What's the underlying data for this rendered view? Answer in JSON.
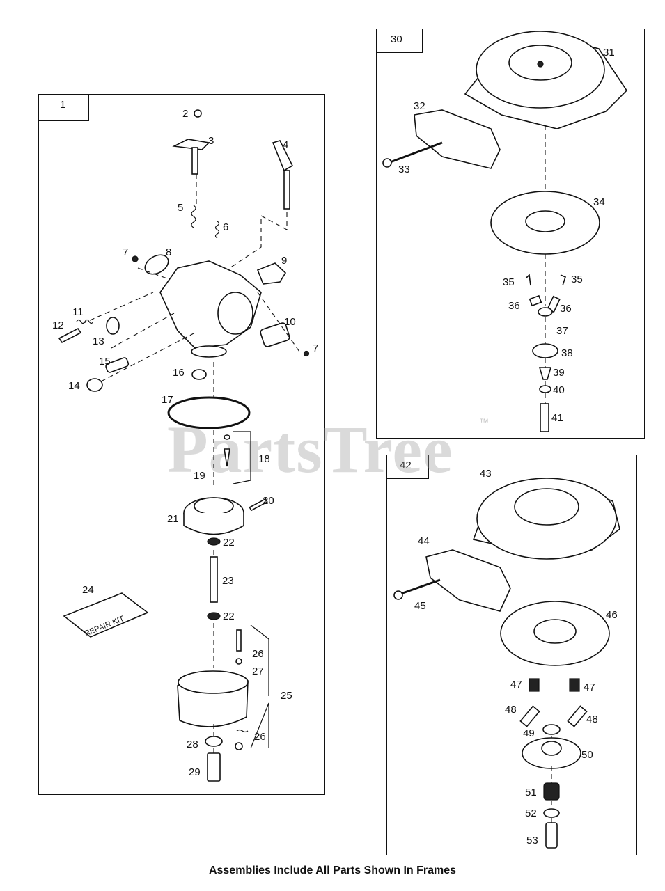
{
  "frames": [
    {
      "id": "frame-carburetor",
      "number": "1"
    },
    {
      "id": "frame-recoil-a",
      "number": "30"
    },
    {
      "id": "frame-recoil-b",
      "number": "42"
    }
  ],
  "repair_kit_text": "REPAIR KIT",
  "watermark": {
    "text": "PartsTree",
    "trademark": "™"
  },
  "caption": "Assemblies Include All Parts Shown In Frames",
  "labels_frame1": [
    "2",
    "3",
    "4",
    "5",
    "6",
    "7",
    "8",
    "9",
    "10",
    "7",
    "11",
    "12",
    "13",
    "14",
    "15",
    "16",
    "17",
    "18",
    "19",
    "20",
    "21",
    "22",
    "23",
    "24",
    "22",
    "26",
    "27",
    "25",
    "26",
    "28",
    "29"
  ],
  "labels_frame30": [
    "31",
    "32",
    "33",
    "34",
    "35",
    "35",
    "36",
    "36",
    "37",
    "38",
    "39",
    "40",
    "41"
  ],
  "labels_frame42": [
    "43",
    "44",
    "45",
    "46",
    "47",
    "47",
    "48",
    "48",
    "49",
    "50",
    "51",
    "52",
    "53"
  ]
}
